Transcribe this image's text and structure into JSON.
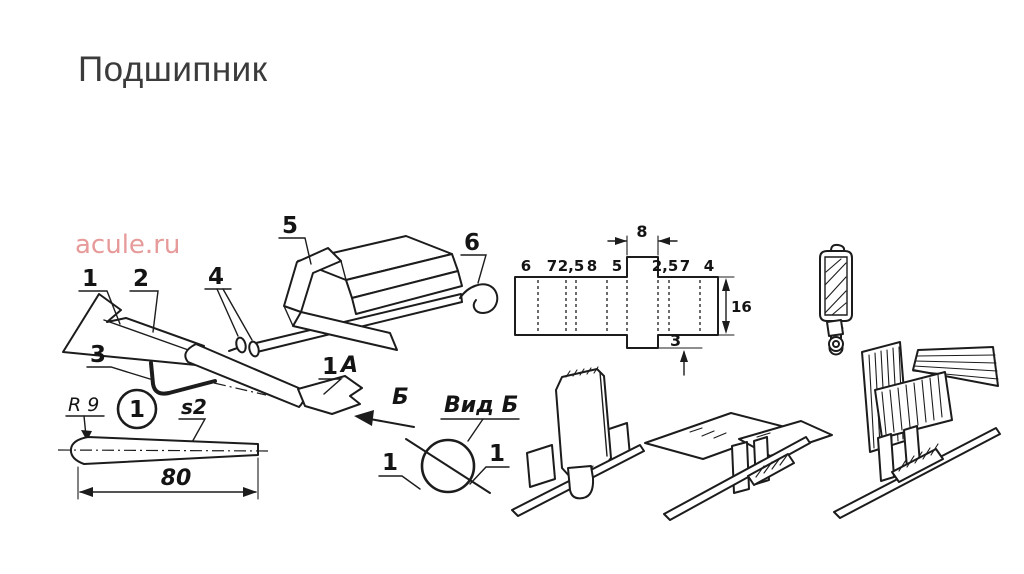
{
  "slide": {
    "title": "Подшипник"
  },
  "watermark": {
    "text": "acule.ru"
  },
  "colors": {
    "ink": "#1c1c1c",
    "watermark": "#e79a9a",
    "title": "#3b3b3b",
    "background": "#ffffff"
  },
  "assembly": {
    "part_1": "1",
    "part_2": "2",
    "part_3": "3",
    "part_4": "4",
    "part_5": "5",
    "part_6": "6",
    "blade_ref": "1",
    "blade_letter": "А",
    "view_arrow_letter": "Б"
  },
  "view_b": {
    "title": "Вид Б",
    "left_ref": "1",
    "right_ref": "1"
  },
  "detail": {
    "ref": "1",
    "radius": "R 9",
    "thickness": "s2",
    "length": "80"
  },
  "flat_pattern": {
    "left_dims": [
      "6",
      "7",
      "2,5",
      "8",
      "5"
    ],
    "right_dims": [
      "2,5",
      "7",
      "4"
    ],
    "tab_width": "8",
    "height": "16",
    "tab_offset": "3"
  }
}
